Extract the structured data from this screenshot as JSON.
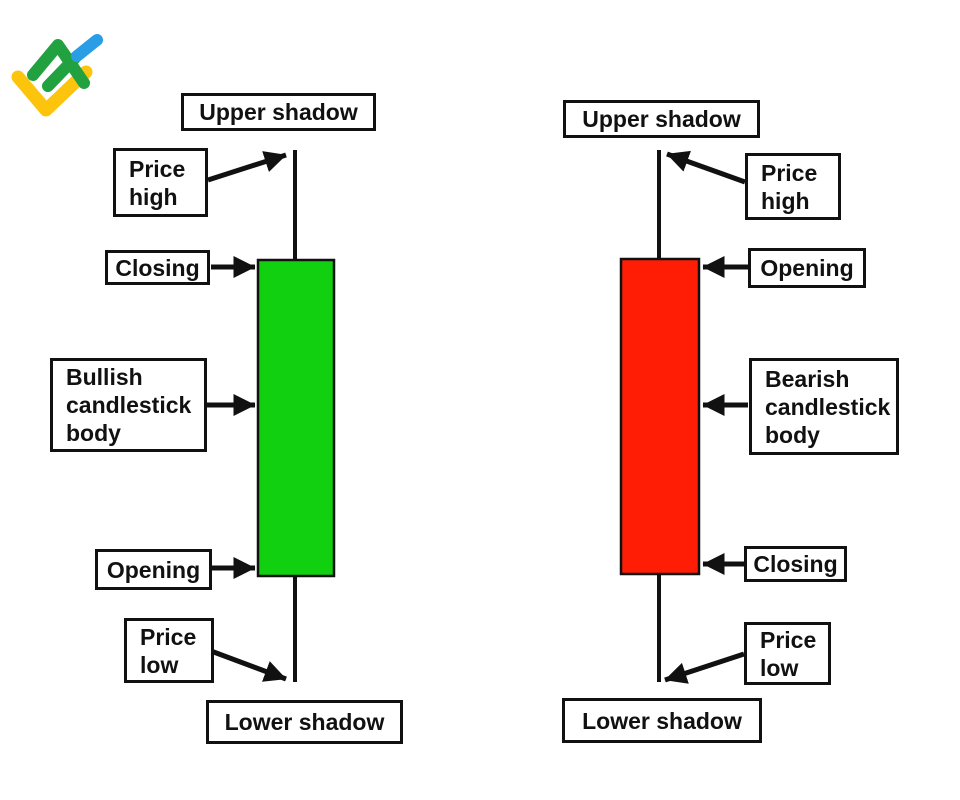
{
  "logo": {
    "colors": {
      "green": "#21A13F",
      "yellow": "#FDC40E",
      "blue": "#299EE6"
    }
  },
  "bullish": {
    "body_color": "#10D010",
    "labels": {
      "upper_shadow": "Upper shadow",
      "price_high": "Price high",
      "closing": "Closing",
      "body": "Bullish candlestick body",
      "opening": "Opening",
      "price_low": "Price low",
      "lower_shadow": "Lower shadow"
    }
  },
  "bearish": {
    "body_color": "#FF1E05",
    "labels": {
      "upper_shadow": "Upper shadow",
      "price_high": "Price high",
      "opening": "Opening",
      "body": "Bearish candlestick body",
      "closing": "Closing",
      "price_low": "Price low",
      "lower_shadow": "Lower shadow"
    }
  }
}
